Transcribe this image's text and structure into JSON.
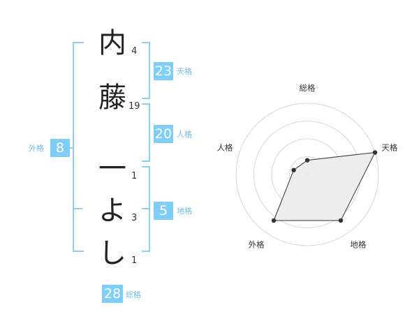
{
  "name_chars": [
    {
      "char": "内",
      "strokes": "4"
    },
    {
      "char": "藤",
      "strokes": "19"
    },
    {
      "char": "一",
      "strokes": "1"
    },
    {
      "char": "よ",
      "strokes": "3"
    },
    {
      "char": "し",
      "strokes": "1"
    }
  ],
  "fortunes": {
    "tenkaku": {
      "value": "23",
      "label": "天格"
    },
    "jinkaku": {
      "value": "20",
      "label": "人格"
    },
    "chikaku": {
      "value": "5",
      "label": "地格"
    },
    "gaikaku": {
      "value": "8",
      "label": "外格"
    },
    "soukaku": {
      "value": "28",
      "label": "総格"
    }
  },
  "chart_data": {
    "type": "radar",
    "axes": [
      "総格",
      "天格",
      "地格",
      "外格",
      "人格"
    ],
    "values": [
      1,
      5,
      4,
      4,
      1
    ],
    "max": 5,
    "rings": 4,
    "colors": {
      "fill": "#ebebeb",
      "line": "#333333",
      "grid": "#cccccc",
      "point": "#333333"
    }
  }
}
